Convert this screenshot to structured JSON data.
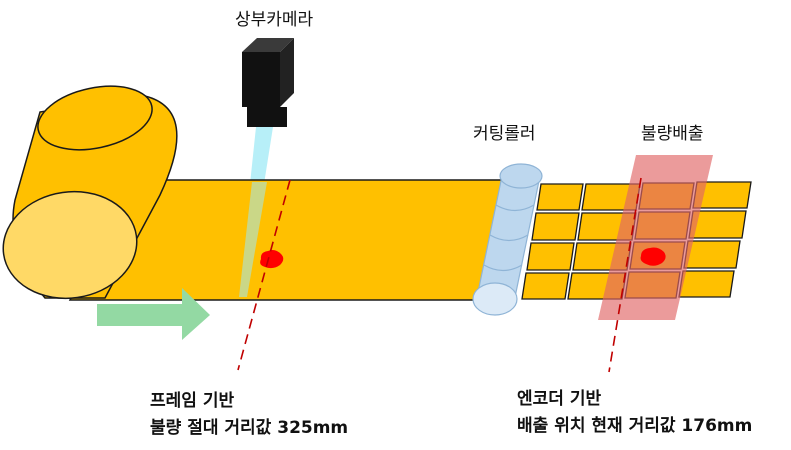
{
  "labels": {
    "camera": "상부카메라",
    "cutting_roller": "커팅롤러",
    "reject_zone": "불량배출",
    "left_caption_line1": "프레임 기반",
    "left_caption_line2": "불량 절대 거리값 325mm",
    "right_caption_line1": "엔코더 기반",
    "right_caption_line2": "배출 위치 현재 거리값 176mm"
  },
  "colors": {
    "sheet": "#FFC000",
    "sheet_outline": "#1a1a1a",
    "roll_face": "#FFD966",
    "roller": "#BDD7EE",
    "camera": "#111111",
    "camera_beam": "#9FEAF5",
    "reject_overlay": "#E06666",
    "defect": "#FF0000",
    "marker_line": "#C00000",
    "flow_arrow": "#93D9A3"
  },
  "icons": {
    "camera": "camera-icon",
    "flow_direction": "arrow-right-icon",
    "defect": "defect-spot-icon"
  }
}
